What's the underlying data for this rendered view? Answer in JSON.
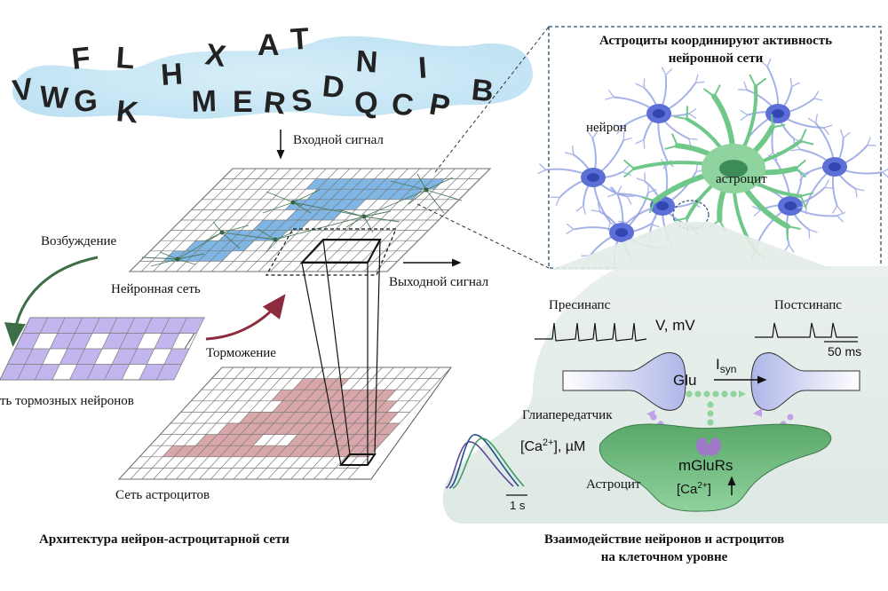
{
  "input_letters": [
    "V",
    "W",
    "G",
    "K",
    "F",
    "L",
    "H",
    "M",
    "X",
    "E",
    "R",
    "S",
    "A",
    "T",
    "D",
    "N",
    "Q",
    "C",
    "I",
    "P",
    "B"
  ],
  "labels": {
    "input_signal": "Входной сигнал",
    "excitation": "Возбуждение",
    "neural_network": "Нейронная сеть",
    "output_signal": "Выходной сигнал",
    "inhibition": "Торможение",
    "inhibitory_network": "ть тормозных нейронов",
    "astrocyte_network": "Сеть астроцитов",
    "left_caption": "Архитектура нейрон-астроцитарной сети"
  },
  "inset": {
    "title_line1": "Астроциты координируют активность",
    "title_line2": "нейронной сети",
    "neuron": "нейрон",
    "astrocyte": "астроцит"
  },
  "cellular": {
    "presynapse": "Пресинапс",
    "postsynapse": "Постсинапс",
    "voltage_unit": "V, mV",
    "time_scale_1": "50 ms",
    "glu": "Glu",
    "isyn": "I",
    "isyn_sub": "syn",
    "gliotransmitter": "Глиапередатчик",
    "ca_conc": "[Ca",
    "ca_conc_sup": "2+",
    "ca_conc_unit": "], µM",
    "mglurs": "mGluRs",
    "astrocyte": "Астроцит",
    "ca_inner": "[Ca",
    "ca_inner_sup": "2+",
    "ca_inner_close": "]",
    "time_scale_2": "1 s",
    "caption_line1": "Взаимодействие нейронов и астроцитов",
    "caption_line2": "на клеточном уровне"
  },
  "colors": {
    "neuron_blue": "#7fb6e6",
    "inhibitory_purple": "#c3b6ef",
    "astro_pink": "#d9a7a9",
    "astro_green": "#7cc48c",
    "arrow_green": "#3c6e47",
    "arrow_red": "#8c2b3e"
  }
}
